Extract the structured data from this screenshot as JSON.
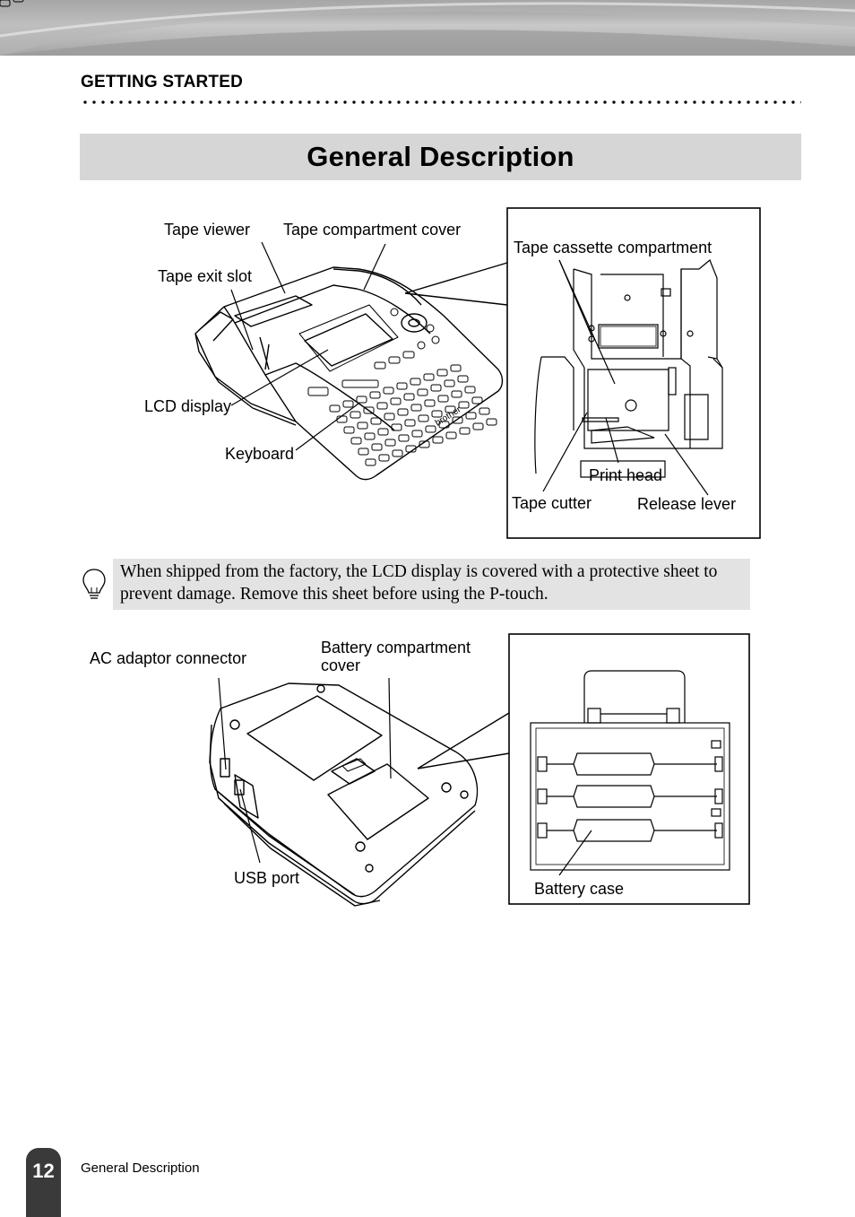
{
  "header": {
    "section": "GETTING STARTED",
    "title": "General Description"
  },
  "figure1": {
    "labels": {
      "tape_viewer": "Tape viewer",
      "tape_compartment_cover": "Tape compartment cover",
      "tape_exit_slot": "Tape exit slot",
      "lcd_display": "LCD display",
      "keyboard": "Keyboard",
      "tape_cassette_compartment": "Tape cassette compartment",
      "print_head": "Print head",
      "tape_cutter": "Tape cutter",
      "release_lever": "Release lever",
      "brand": "brother"
    }
  },
  "note": {
    "icon": "lightbulb-icon",
    "text": "When shipped from the factory, the LCD display is covered with a protective sheet to prevent damage. Remove this sheet before using the P-touch."
  },
  "figure2": {
    "labels": {
      "ac_adaptor_connector": "AC adaptor connector",
      "battery_compartment_cover": "Battery compartment cover",
      "usb_port": "USB port",
      "battery_case": "Battery case"
    }
  },
  "footer": {
    "page_number": "12",
    "text": "General Description"
  }
}
